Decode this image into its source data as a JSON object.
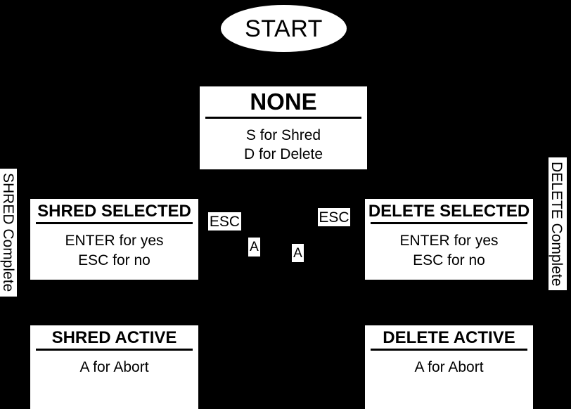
{
  "diagram": {
    "background_color": "#000000",
    "node_fill_color": "#ffffff",
    "text_color": "#000000",
    "start": {
      "label": "START",
      "shape": "ellipse"
    },
    "states": [
      {
        "id": "none",
        "title": "NONE",
        "lines": [
          "S for Shred",
          "D for Delete"
        ]
      },
      {
        "id": "shred-selected",
        "title": "SHRED SELECTED",
        "lines": [
          "ENTER for yes",
          "ESC for no"
        ]
      },
      {
        "id": "delete-selected",
        "title": "DELETE SELECTED",
        "lines": [
          "ENTER for yes",
          "ESC for no"
        ]
      },
      {
        "id": "shred-active",
        "title": "SHRED ACTIVE",
        "lines": [
          "A for Abort"
        ]
      },
      {
        "id": "delete-active",
        "title": "DELETE ACTIVE",
        "lines": [
          "A for Abort"
        ]
      }
    ],
    "side_labels": [
      {
        "id": "shred-complete",
        "text": "SHRED Complete"
      },
      {
        "id": "delete-complete",
        "text": "DELETE Complete"
      }
    ],
    "edge_labels": [
      {
        "id": "esc-left",
        "text": "ESC"
      },
      {
        "id": "esc-right",
        "text": "ESC"
      },
      {
        "id": "a-left",
        "text": "A"
      },
      {
        "id": "a-right",
        "text": "A"
      }
    ]
  }
}
